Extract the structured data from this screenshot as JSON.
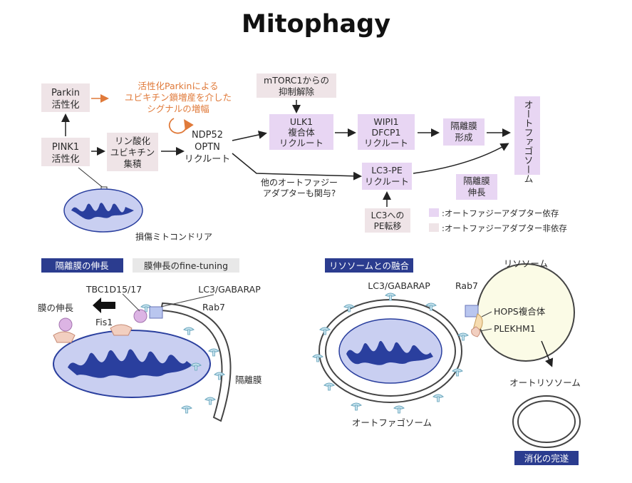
{
  "title": "Mitophagy",
  "colors": {
    "purple_box": "#e8d6f3",
    "pink_box": "#efe4e7",
    "orange_text": "#e07a3a",
    "mito_fill": "#c9cff1",
    "mito_cristae": "#2a3f9e",
    "header_blue": "#2b3c8f",
    "vesicle": "#c7e3ee"
  },
  "top": {
    "parkin": [
      "Parkin",
      "活性化"
    ],
    "pink1": [
      "PINK1",
      "活性化"
    ],
    "phospho": [
      "リン酸化",
      "ユビキチン",
      "集積"
    ],
    "ndp52": [
      "NDP52",
      "OPTN",
      "リクルート"
    ],
    "orange_note": [
      "活性化Parkinによる",
      "ユビキチン鎖増産を介した",
      "シグナルの増幅"
    ],
    "mtorc1": [
      "mTORC1からの",
      "抑制解除"
    ],
    "ulk1": [
      "ULK1",
      "複合体",
      "リクルート"
    ],
    "wipi1": [
      "WIPI1",
      "DFCP1",
      "リクルート"
    ],
    "membrane_form": [
      "隔離膜",
      "形成"
    ],
    "autophagosome_vertical": "オートファゴソーム",
    "lc3pe": [
      "LC3-PE",
      "リクルート"
    ],
    "other_adapter": [
      "他のオートファジー",
      "アダプターも関与?"
    ],
    "lc3_pe_transfer": [
      "LC3への",
      "PE転移"
    ],
    "membrane_extend": [
      "隔離膜",
      "伸長"
    ],
    "damaged_mito": "損傷ミトコンドリア",
    "legend": [
      {
        "label": ":オートファジーアダプター依存",
        "color": "#e8d6f3"
      },
      {
        "label": ":オートファジーアダプター非依存",
        "color": "#efe4e7"
      }
    ]
  },
  "left_panel": {
    "header1": "隔離膜の伸長",
    "header2": "膜伸長のfine-tuning",
    "tbc": "TBC1D15/17",
    "lc3gab": "LC3/GABARAP",
    "rab7": "Rab7",
    "extend": "膜の伸長",
    "fis1": "Fis1",
    "membrane": "隔離膜"
  },
  "right_panel": {
    "header": "リソソームとの融合",
    "lysosome": "リソソーム",
    "lc3gab": "LC3/GABARAP",
    "rab7": "Rab7",
    "hops": "HOPS複合体",
    "plekhm1": "PLEKHM1",
    "autolysosome": "オートリソソーム",
    "autophagosome": "オートファゴソーム",
    "digestion": "消化の完遂"
  }
}
